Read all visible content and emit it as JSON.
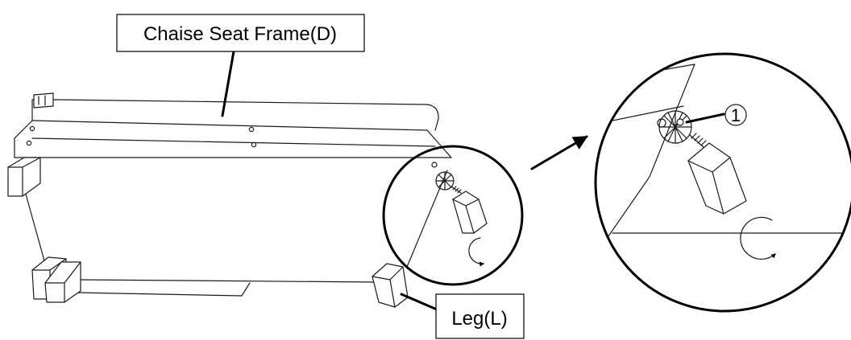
{
  "labels": {
    "frame": "Chaise Seat Frame(D)",
    "leg": "Leg(L)",
    "part_number": "1"
  },
  "icons": [
    "screw-icon",
    "rotate-clockwise-icon",
    "arrow-icon"
  ],
  "colors": {
    "line": "#000000",
    "background": "#ffffff"
  }
}
